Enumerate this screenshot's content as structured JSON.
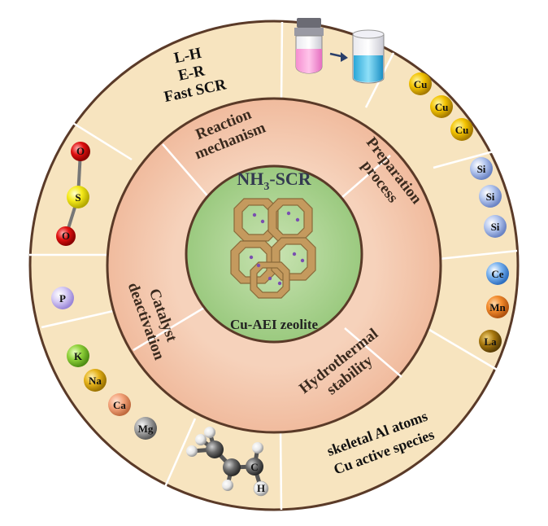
{
  "center": {
    "title_main": "NH",
    "title_sub": "3",
    "title_rest": "-SCR",
    "caption": "Cu-AEI zeolite"
  },
  "sectors": {
    "reaction_mechanism": [
      "Reaction",
      "mechanism"
    ],
    "preparation_process": [
      "Preparation",
      "process"
    ],
    "hydrothermal_stability": [
      "Hydrothermal",
      "stability"
    ],
    "catalyst_deactivation": [
      "Catalyst",
      "deactivation"
    ]
  },
  "outer": {
    "mechanisms": [
      "L-H",
      "E-R",
      "Fast SCR"
    ],
    "hydrothermal_factors": [
      "skeletal Al atoms",
      "Cu active species"
    ],
    "cu_atoms": [
      "Cu",
      "Cu",
      "Cu"
    ],
    "si_atoms": [
      "Si",
      "Si",
      "Si"
    ],
    "dopants": [
      "Ce",
      "Mn",
      "La"
    ],
    "phosphorus": "P",
    "alkali": [
      "K",
      "Na",
      "Ca",
      "Mg"
    ],
    "so2": [
      "O",
      "S",
      "O"
    ],
    "hydrocarbon_h": "H",
    "hydrocarbon_c": "C"
  },
  "colors": {
    "outer_ring": "#f7e4bf",
    "middle_ring": "#f2c3a7",
    "center": "#a8d08d",
    "ring_border": "#5a3a28",
    "zeolite_frame": "#b8915a"
  }
}
